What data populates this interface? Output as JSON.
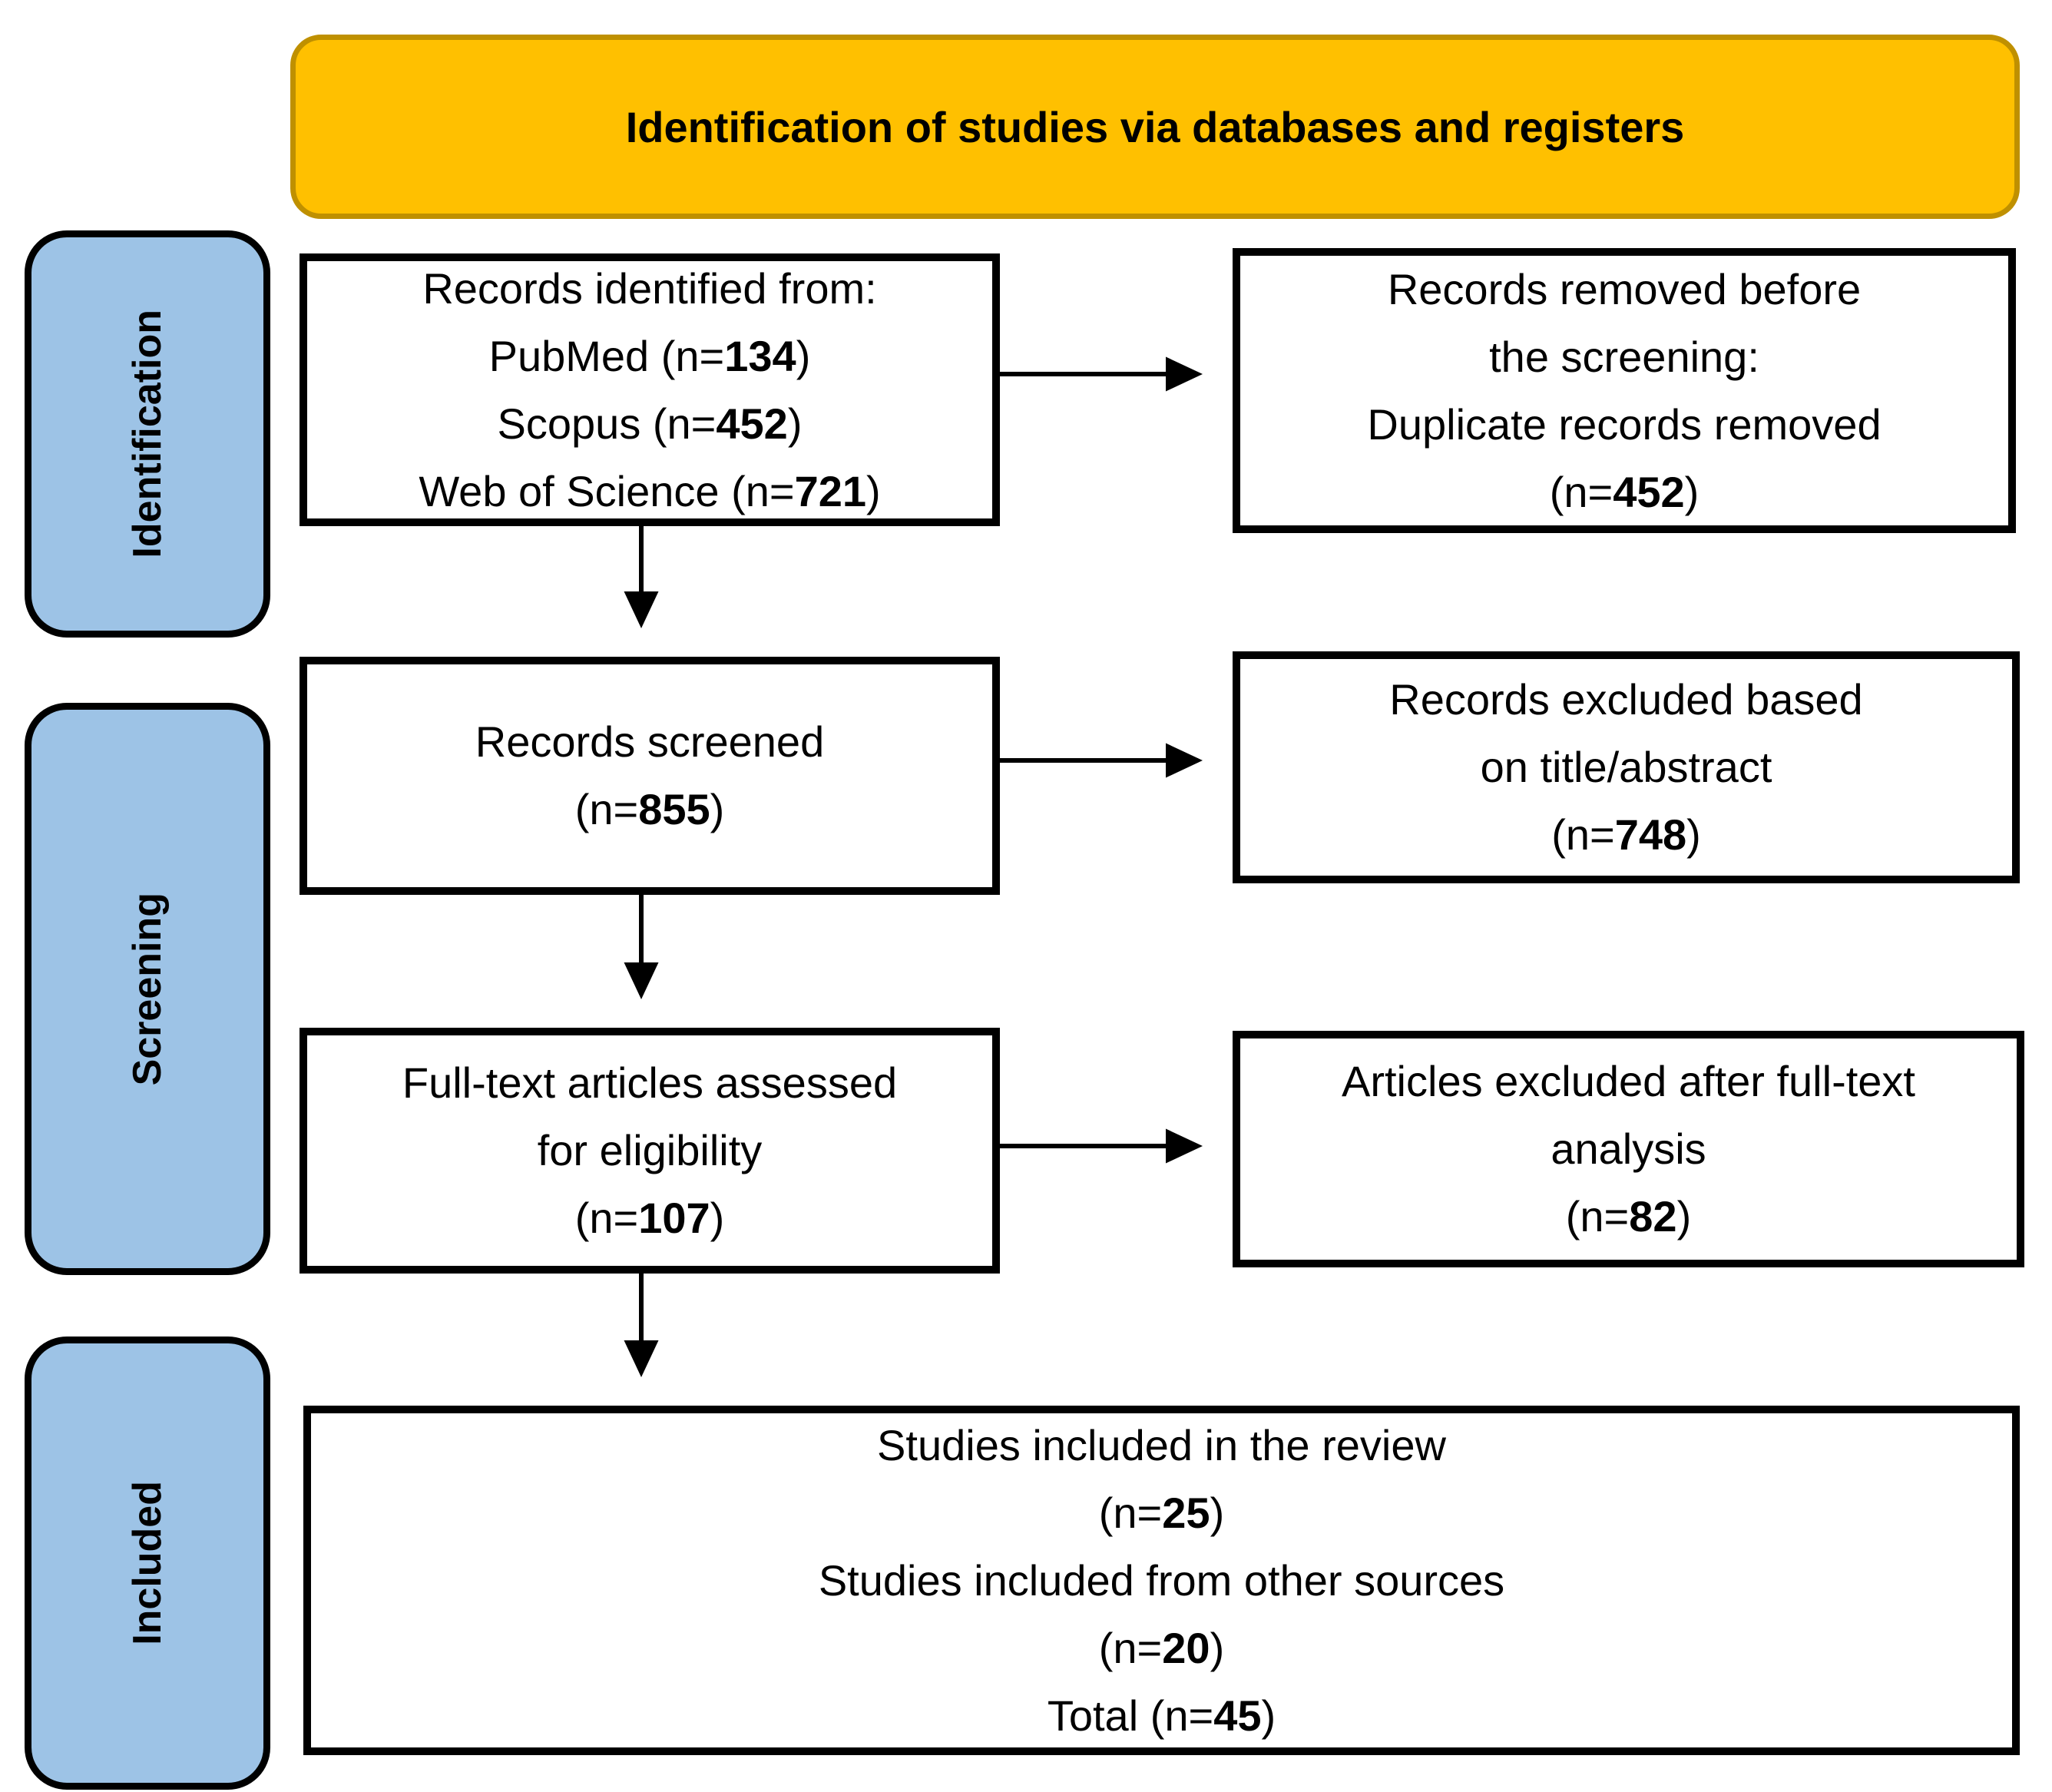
{
  "header": {
    "title": "Identification of studies via databases and registers"
  },
  "sidebar": {
    "stages": [
      "Identification",
      "Screening",
      "Included"
    ]
  },
  "boxes": {
    "records_identified": {
      "lines": [
        [
          {
            "t": "Records identified from:"
          }
        ],
        [
          {
            "t": "PubMed (n="
          },
          {
            "t": "134",
            "b": true
          },
          {
            "t": ")"
          }
        ],
        [
          {
            "t": "Scopus (n="
          },
          {
            "t": "452",
            "b": true
          },
          {
            "t": ")"
          }
        ],
        [
          {
            "t": "Web of Science (n="
          },
          {
            "t": "721",
            "b": true
          },
          {
            "t": ")"
          }
        ]
      ]
    },
    "records_removed_before_screening": {
      "lines": [
        [
          {
            "t": "Records removed before"
          }
        ],
        [
          {
            "t": "the screening:"
          }
        ],
        [
          {
            "t": "Duplicate records removed"
          }
        ],
        [
          {
            "t": "(n="
          },
          {
            "t": "452",
            "b": true
          },
          {
            "t": ")"
          }
        ]
      ]
    },
    "records_screened": {
      "lines": [
        [
          {
            "t": "Records screened"
          }
        ],
        [
          {
            "t": "(n="
          },
          {
            "t": "855",
            "b": true
          },
          {
            "t": ")"
          }
        ]
      ]
    },
    "records_excluded_title_abstract": {
      "lines": [
        [
          {
            "t": "Records excluded based"
          }
        ],
        [
          {
            "t": "on title/abstract"
          }
        ],
        [
          {
            "t": "(n="
          },
          {
            "t": "748",
            "b": true
          },
          {
            "t": ")"
          }
        ]
      ]
    },
    "fulltext_assessed": {
      "lines": [
        [
          {
            "t": "Full-text articles assessed"
          }
        ],
        [
          {
            "t": "for eligibility"
          }
        ],
        [
          {
            "t": "(n="
          },
          {
            "t": "107",
            "b": true
          },
          {
            "t": ")"
          }
        ]
      ]
    },
    "articles_excluded_fulltext": {
      "lines": [
        [
          {
            "t": "Articles excluded after full-text"
          }
        ],
        [
          {
            "t": "analysis"
          }
        ],
        [
          {
            "t": "(n="
          },
          {
            "t": "82",
            "b": true
          },
          {
            "t": ")"
          }
        ]
      ]
    },
    "studies_included": {
      "lines": [
        [
          {
            "t": "Studies included in the review"
          }
        ],
        [
          {
            "t": "(n="
          },
          {
            "t": "25",
            "b": true
          },
          {
            "t": ")"
          }
        ],
        [
          {
            "t": "Studies included from other sources"
          }
        ],
        [
          {
            "t": "(n="
          },
          {
            "t": "20",
            "b": true
          },
          {
            "t": ")"
          }
        ],
        [
          {
            "t": "Total (n="
          },
          {
            "t": "45",
            "b": true
          },
          {
            "t": ")"
          }
        ]
      ]
    }
  },
  "counts": {
    "pubmed": 134,
    "scopus": 452,
    "web_of_science": 721,
    "duplicates_removed": 452,
    "records_screened": 855,
    "excluded_title_abstract": 748,
    "fulltext_assessed": 107,
    "excluded_fulltext": 82,
    "included_in_review": 25,
    "included_other_sources": 20,
    "total_included": 45
  },
  "colors": {
    "banner_fill": "#FFC000",
    "banner_border": "#BF9000",
    "stage_fill": "#9DC3E6",
    "box_border": "#000000",
    "text": "#000000"
  }
}
